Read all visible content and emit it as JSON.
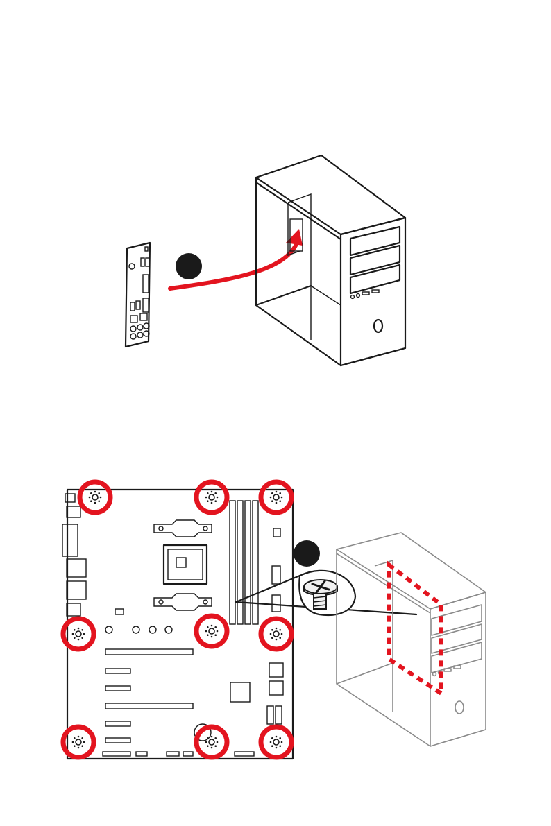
{
  "figure": {
    "step_markers": [
      "step-1-marker",
      "step-2-marker"
    ],
    "colors": {
      "accent": "#e3141f",
      "line": "#1a1a1a",
      "gray": "#8a8a8a",
      "marker": "#1a1a1a"
    },
    "mounting_holes": 9
  }
}
